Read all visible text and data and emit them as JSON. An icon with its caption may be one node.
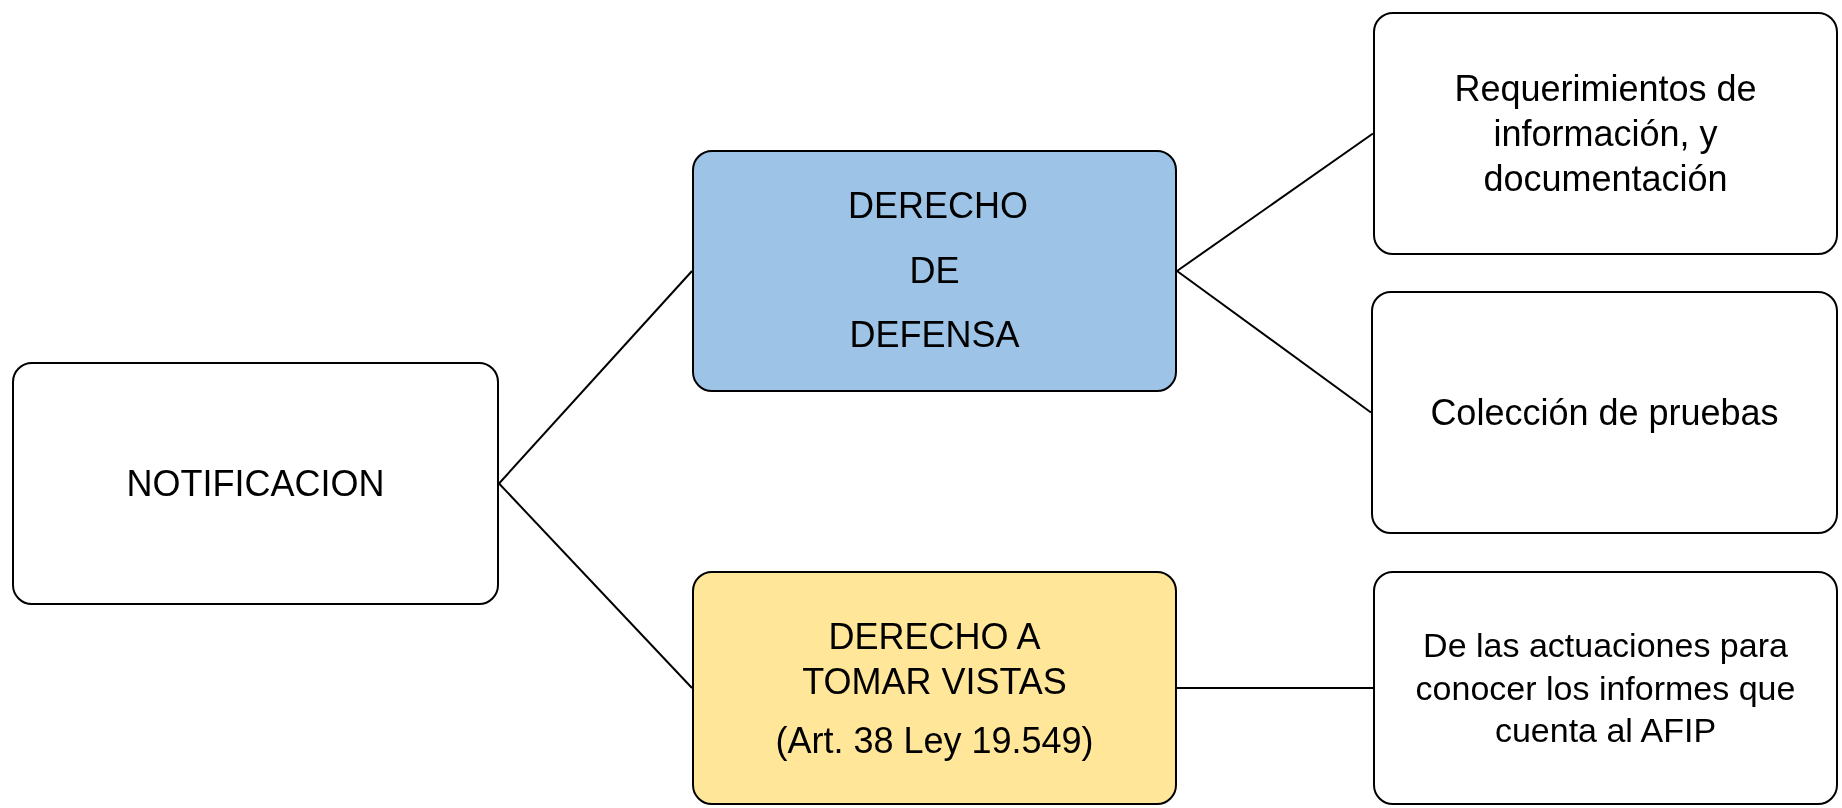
{
  "diagram": {
    "nodes": [
      {
        "text": [
          "NOTIFICACION"
        ]
      },
      {
        "text": [
          "DERECHO DE DEFENSA"
        ]
      },
      {
        "text": [
          "DERECHO A TOMAR VISTAS",
          "(Art. 38 Ley 19.549)"
        ]
      },
      {
        "text": [
          "Requerimientos de información, y documentación"
        ]
      },
      {
        "text": [
          "Colección de pruebas"
        ]
      },
      {
        "text": [
          "De las actuaciones para conocer los informes que cuenta al AFIP"
        ]
      }
    ],
    "edges": [
      {
        "from": 0,
        "to": 1,
        "arrow": "none"
      },
      {
        "from": 0,
        "to": 2,
        "arrow": "none"
      },
      {
        "from": 1,
        "to": 3,
        "arrow": "none"
      },
      {
        "from": 1,
        "to": 4,
        "arrow": "none"
      },
      {
        "from": 2,
        "to": 5,
        "arrow": "none"
      }
    ]
  }
}
